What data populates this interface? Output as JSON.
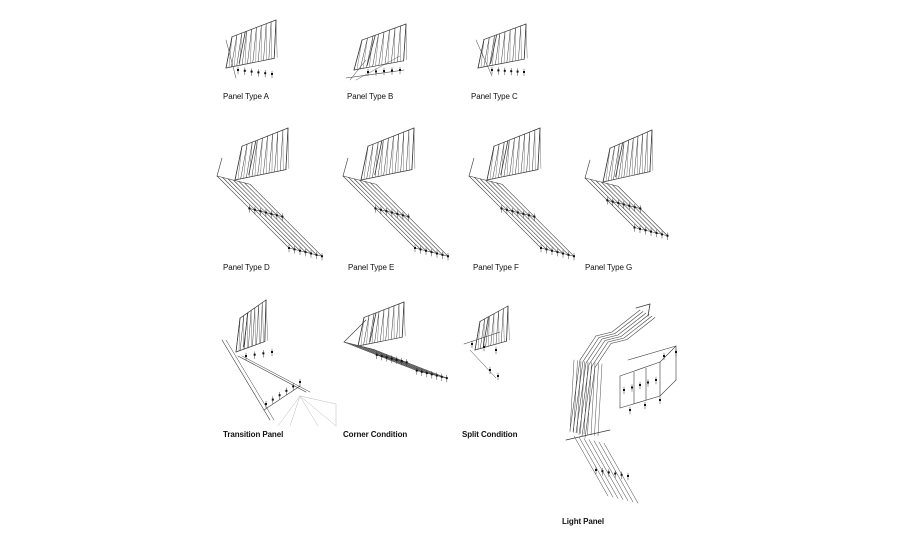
{
  "sheet": {
    "panels": [
      {
        "label": "Panel Type A"
      },
      {
        "label": "Panel Type B"
      },
      {
        "label": "Panel Type C"
      },
      {
        "label": "Panel Type D"
      },
      {
        "label": "Panel Type E"
      },
      {
        "label": "Panel Type F"
      },
      {
        "label": "Panel Type G"
      },
      {
        "label": "Transition Panel"
      },
      {
        "label": "Corner Condition"
      },
      {
        "label": "Split Condition"
      },
      {
        "label": "Light Panel"
      }
    ]
  },
  "colors": {
    "line": "#3a3a3a",
    "ink": "#111111",
    "ground": "#bdbdbd"
  }
}
